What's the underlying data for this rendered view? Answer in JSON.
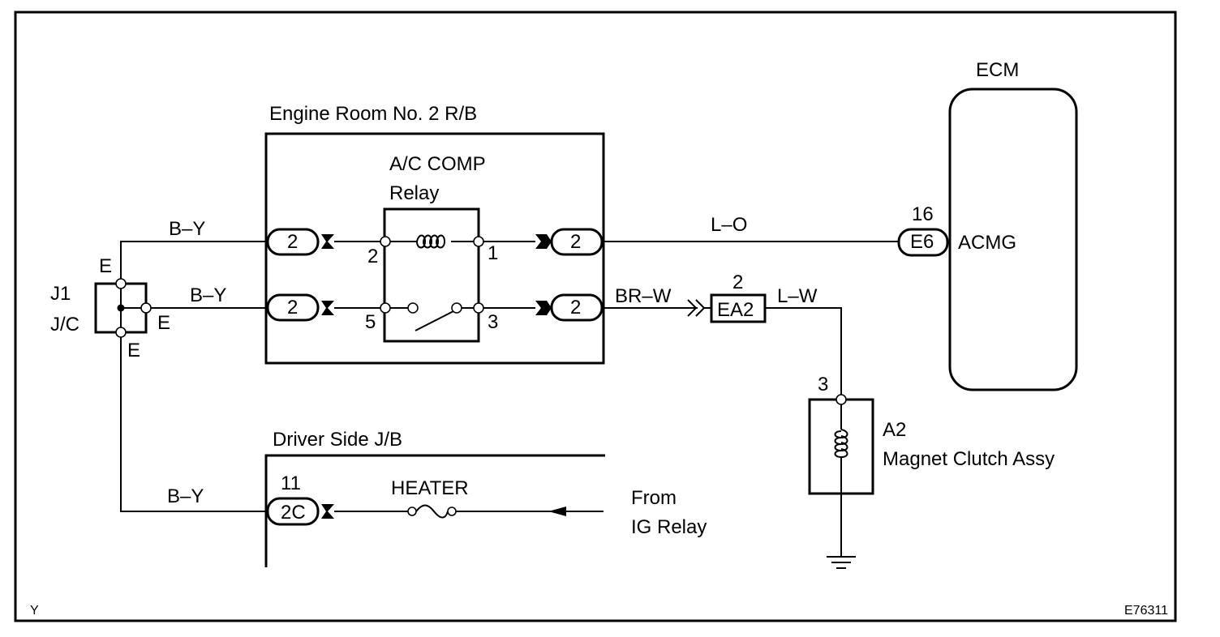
{
  "blocks": {
    "ecm": "ECM",
    "engine_room_rb": "Engine Room No. 2 R/B",
    "relay_name_1": "A/C COMP",
    "relay_name_2": "Relay",
    "driver_jb": "Driver Side J/B",
    "jc_id": "J1",
    "jc_name": "J/C",
    "clutch_id": "A2",
    "clutch_name": "Magnet Clutch Assy",
    "heater_fuse": "HEATER",
    "from_1": "From",
    "from_2": "IG Relay"
  },
  "wires": {
    "by_top": "B–Y",
    "by_mid": "B–Y",
    "by_bottom": "B–Y",
    "lo": "L–O",
    "brw": "BR–W",
    "lw": "L–W"
  },
  "connectors": {
    "rb_left_top": "2",
    "rb_left_bottom": "2",
    "rb_right_top": "2",
    "rb_right_bottom": "2",
    "ecm_pin": "16",
    "ecm_conn": "E6",
    "ecm_terminal": "ACMG",
    "ea2_pin": "2",
    "ea2_conn": "EA2",
    "clutch_pin": "3",
    "jb_pin": "11",
    "jb_conn": "2C"
  },
  "relay_pins": {
    "p2": "2",
    "p1": "1",
    "p5": "5",
    "p3": "3"
  },
  "jc_pins": {
    "top": "E",
    "right": "E",
    "bottom": "E"
  },
  "footer": {
    "left_mark": "Y",
    "figure_code": "E76311"
  }
}
